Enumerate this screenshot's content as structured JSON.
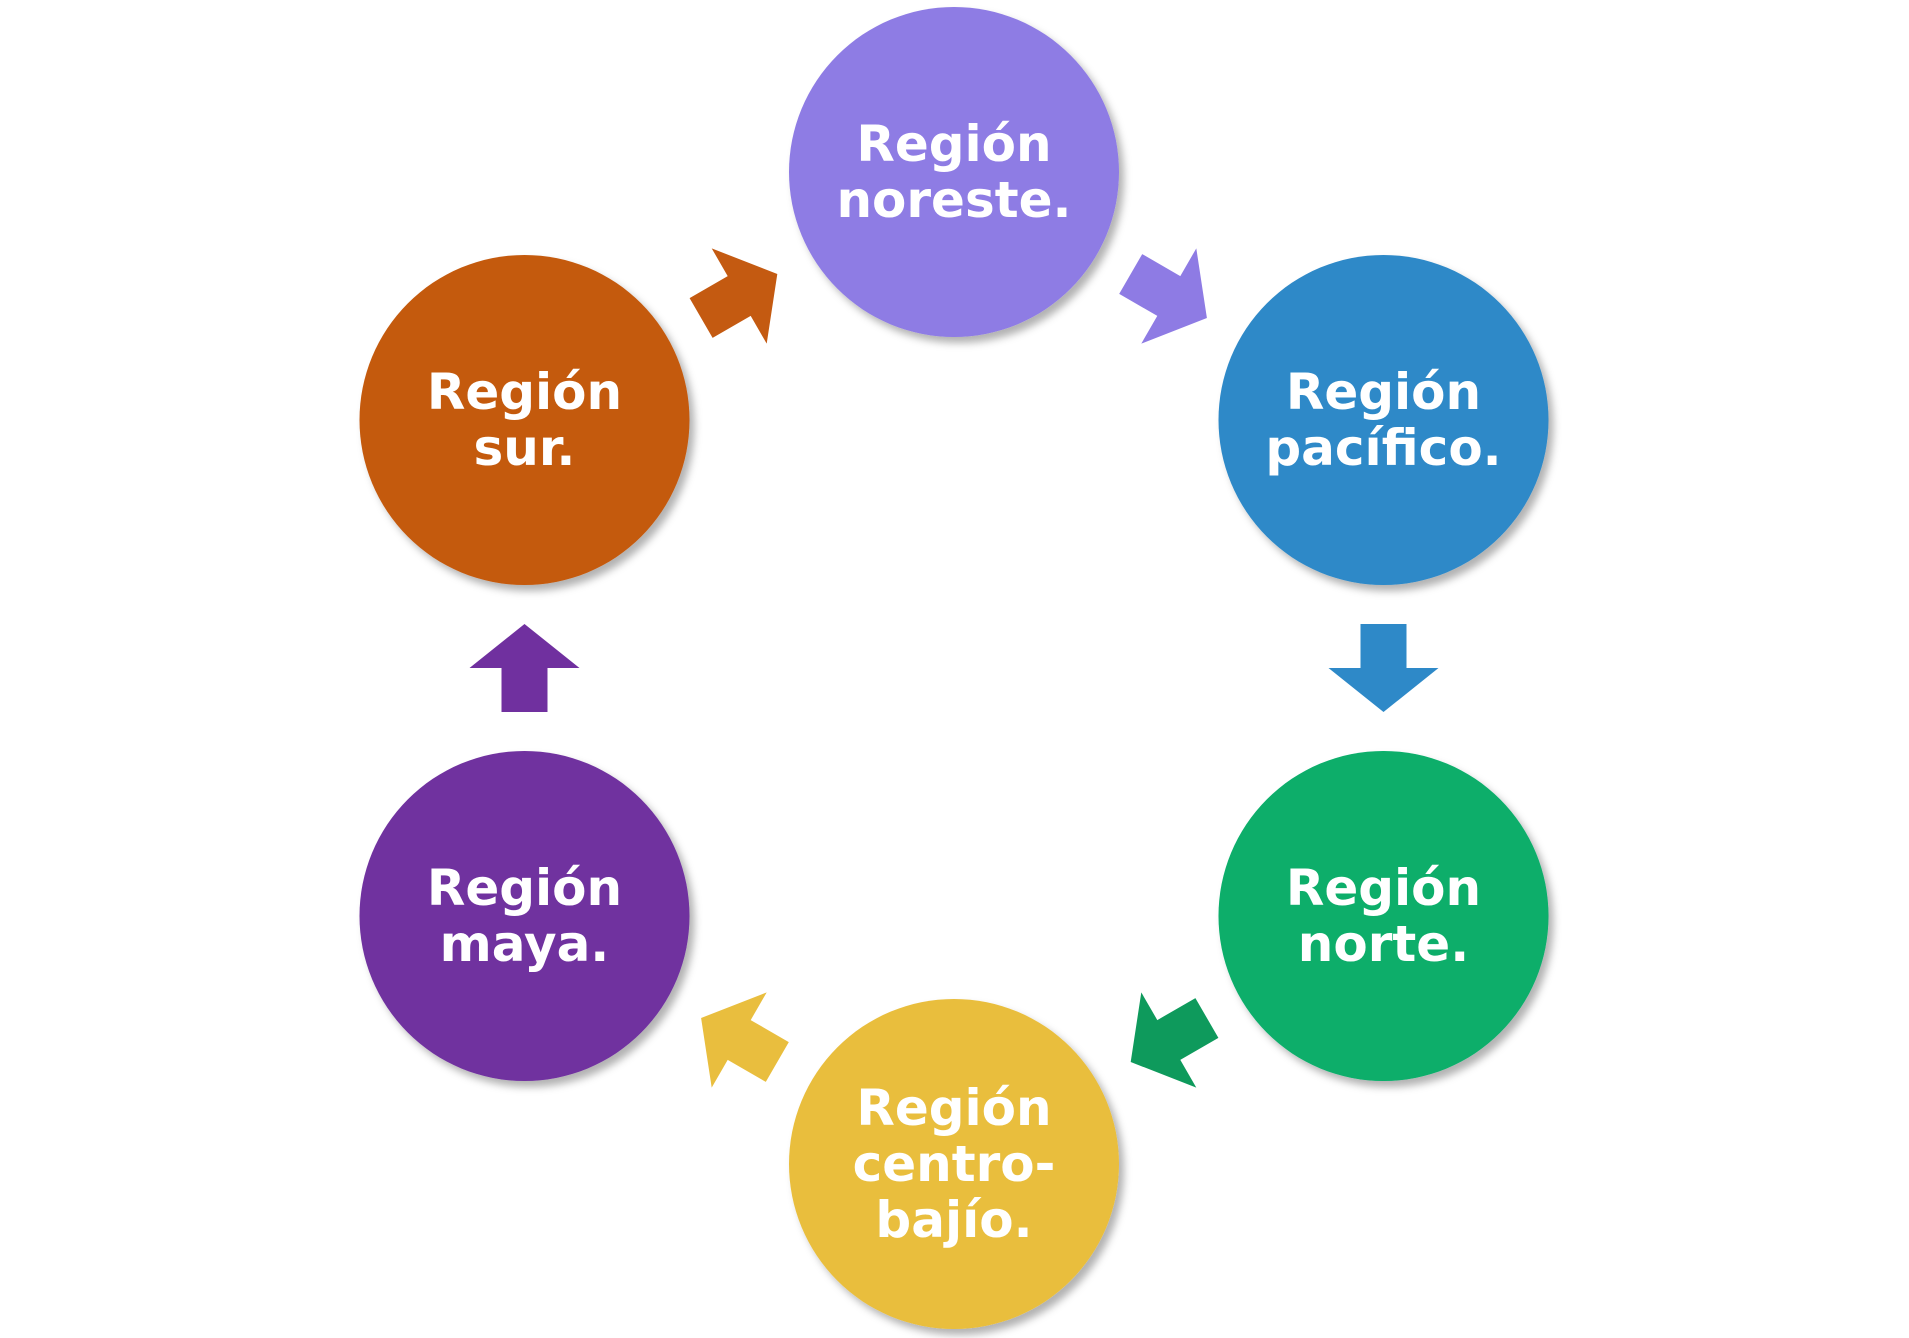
{
  "nodes": [
    {
      "id": "noreste",
      "lines": [
        "Región",
        "noreste."
      ],
      "color": "#8E7BE4"
    },
    {
      "id": "pacifico",
      "lines": [
        "Región",
        "pacífico."
      ],
      "color": "#2E89C8"
    },
    {
      "id": "norte",
      "lines": [
        "Región",
        "norte."
      ],
      "color": "#07AE6A"
    },
    {
      "id": "centro-bajio",
      "lines": [
        "Región",
        "centro-",
        "bajío."
      ],
      "color": "#E9BE3E"
    },
    {
      "id": "maya",
      "lines": [
        "Región",
        "maya."
      ],
      "color": "#70309F"
    },
    {
      "id": "sur",
      "lines": [
        "Región",
        "sur."
      ],
      "color": "#C45A11"
    }
  ],
  "arrows": [
    {
      "from": "noreste",
      "to": "pacifico",
      "color": "#8E7BE4"
    },
    {
      "from": "pacifico",
      "to": "norte",
      "color": "#2E89C8"
    },
    {
      "from": "norte",
      "to": "centro-bajio",
      "color": "#0E9A5C"
    },
    {
      "from": "centro-bajio",
      "to": "maya",
      "color": "#E9BE3E"
    },
    {
      "from": "maya",
      "to": "sur",
      "color": "#70309F"
    },
    {
      "from": "sur",
      "to": "noreste",
      "color": "#C45A11"
    }
  ]
}
